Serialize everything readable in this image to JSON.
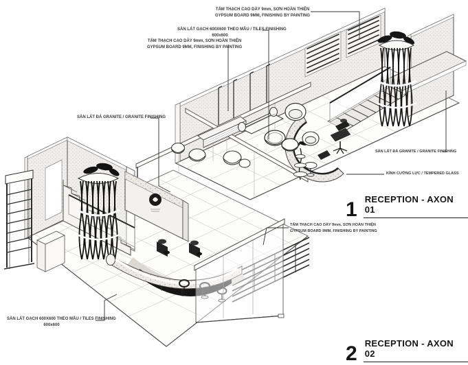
{
  "annotations": {
    "gypsum_top": {
      "line1": "TẤM THẠCH CAO DÀY 9mm, SƠN HOÀN THIỆN",
      "line2": "GYPSUM BOARD 9MM, FINISHING BY PAINTING"
    },
    "tiles_top": {
      "line1": "SÀN LÁT GẠCH 600X600 THEO MẪU / TILES FINISHING",
      "line2": "600x600"
    },
    "gypsum_upper_left": {
      "line1": "TẤM THẠCH CAO DÀY 9mm, SƠN HOÀN THIỆN",
      "line2": "GYPSUM BOARD 9MM, FINISHING BY PAINTING"
    },
    "granite_left": {
      "line1": "SÀN LÁT ĐÁ GRANITE / GRANITE FINISHING"
    },
    "granite_right": {
      "line1": "SÀN LÁT ĐÁ GRANITE / GRANITE FINISHING"
    },
    "tempered_glass": {
      "line1": "KÍNH CƯỜNG LỰC / TEMPERED GLASS"
    },
    "gypsum_mid": {
      "line1": "TẤM THẠCH CAO DÀY 9mm, SƠN HOÀN THIỆN",
      "line2": "GYPSUM BOARD 9MM, FINISHING BY PAINTING"
    },
    "tiles_bottom": {
      "line1": "SÀN LÁT GẠCH 600X600 THEO MẪU / TILES FINISHING",
      "line2": "600x600"
    }
  },
  "views": [
    {
      "number": "1",
      "label": "RECEPTION - AXON 01"
    },
    {
      "number": "2",
      "label": "RECEPTION - AXON 02"
    }
  ],
  "colors": {
    "line": "#3a3a3a",
    "wall": "#efeeec",
    "dark": "#141414"
  }
}
